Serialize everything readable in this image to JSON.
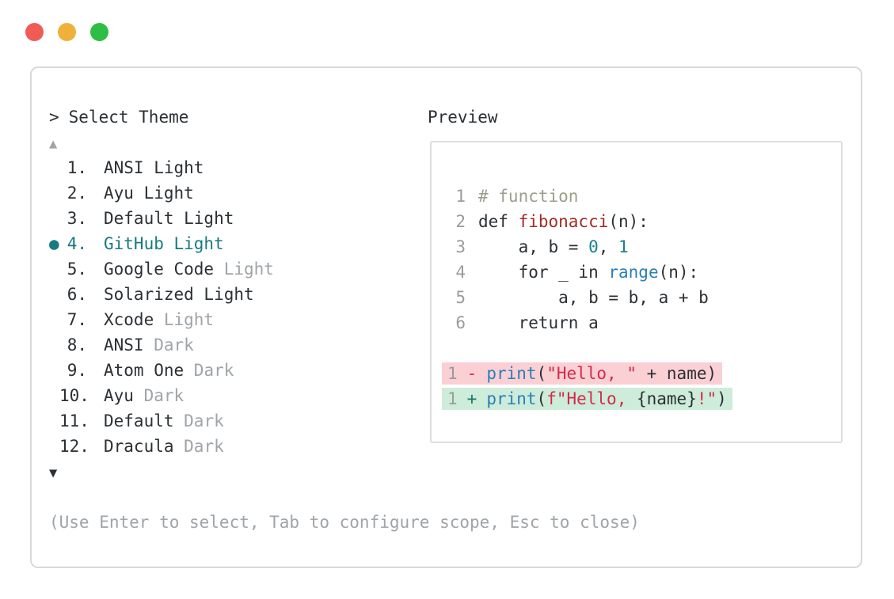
{
  "colors": {
    "text": "#2b3035",
    "muted": "#9fa4a8",
    "line_number": "#989c9e",
    "accent_teal": "#167a82",
    "comment": "#9a9e8c",
    "function_red": "#a32b24",
    "builtin_blue": "#2b7fb9",
    "number_teal": "#17828a",
    "string_crimson": "#d6294d",
    "inserted_green": "#137966",
    "deleted_bg": "#fad0d4",
    "inserted_bg": "#cdecd9",
    "border": "#d9d9d9",
    "traffic_red": "#f05b56",
    "traffic_yellow": "#f0b13b",
    "traffic_green": "#2dbe45"
  },
  "prompt": {
    "caret": ">",
    "title": "Select Theme"
  },
  "list": {
    "scroll_up": "▲",
    "scroll_down": "▼",
    "selected_bullet": "●",
    "items": [
      {
        "number": "1.",
        "name": "ANSI Light",
        "muted_suffix": "",
        "selected": false
      },
      {
        "number": "2.",
        "name": "Ayu Light",
        "muted_suffix": "",
        "selected": false
      },
      {
        "number": "3.",
        "name": "Default Light",
        "muted_suffix": "",
        "selected": false
      },
      {
        "number": "4.",
        "name": "GitHub Light",
        "muted_suffix": "",
        "selected": true
      },
      {
        "number": "5.",
        "name": "Google Code",
        "muted_suffix": "Light",
        "selected": false
      },
      {
        "number": "6.",
        "name": "Solarized Light",
        "muted_suffix": "",
        "selected": false
      },
      {
        "number": "7.",
        "name": "Xcode",
        "muted_suffix": "Light",
        "selected": false
      },
      {
        "number": "8.",
        "name": "ANSI",
        "muted_suffix": "Dark",
        "selected": false
      },
      {
        "number": "9.",
        "name": "Atom One",
        "muted_suffix": "Dark",
        "selected": false
      },
      {
        "number": "10.",
        "name": "Ayu",
        "muted_suffix": "Dark",
        "selected": false
      },
      {
        "number": "11.",
        "name": "Default",
        "muted_suffix": "Dark",
        "selected": false
      },
      {
        "number": "12.",
        "name": "Dracula",
        "muted_suffix": "Dark",
        "selected": false
      }
    ]
  },
  "preview": {
    "label": "Preview",
    "code_lines": [
      {
        "num": "1",
        "tokens": [
          {
            "text": "# function",
            "type": "comment"
          }
        ]
      },
      {
        "num": "2",
        "tokens": [
          {
            "text": "def ",
            "type": "plain"
          },
          {
            "text": "fibonacci",
            "type": "fn"
          },
          {
            "text": "(n):",
            "type": "plain"
          }
        ]
      },
      {
        "num": "3",
        "tokens": [
          {
            "text": "    a, b = ",
            "type": "plain"
          },
          {
            "text": "0",
            "type": "num"
          },
          {
            "text": ", ",
            "type": "plain"
          },
          {
            "text": "1",
            "type": "num"
          }
        ]
      },
      {
        "num": "4",
        "tokens": [
          {
            "text": "    for _ in ",
            "type": "plain"
          },
          {
            "text": "range",
            "type": "builtin"
          },
          {
            "text": "(n):",
            "type": "plain"
          }
        ]
      },
      {
        "num": "5",
        "tokens": [
          {
            "text": "        a, b = b, a + b",
            "type": "plain"
          }
        ]
      },
      {
        "num": "6",
        "tokens": [
          {
            "text": "    return a",
            "type": "plain"
          }
        ]
      }
    ],
    "diff_lines": [
      {
        "num": "1",
        "sign": "-",
        "kind": "deleted",
        "tokens": [
          {
            "text": "print",
            "type": "builtin"
          },
          {
            "text": "(",
            "type": "plain"
          },
          {
            "text": "\"Hello, \"",
            "type": "str"
          },
          {
            "text": " + name",
            "type": "plain"
          },
          {
            "text": ")",
            "type": "plain"
          }
        ]
      },
      {
        "num": "1",
        "sign": "+",
        "kind": "inserted",
        "tokens": [
          {
            "text": "print",
            "type": "builtin"
          },
          {
            "text": "(",
            "type": "plain"
          },
          {
            "text": "f\"Hello, ",
            "type": "str"
          },
          {
            "text": "{name}",
            "type": "plain"
          },
          {
            "text": "!\"",
            "type": "str"
          },
          {
            "text": ")",
            "type": "plain"
          }
        ]
      }
    ]
  },
  "footer": {
    "help": "(Use Enter to select, Tab to configure scope, Esc to close)"
  }
}
